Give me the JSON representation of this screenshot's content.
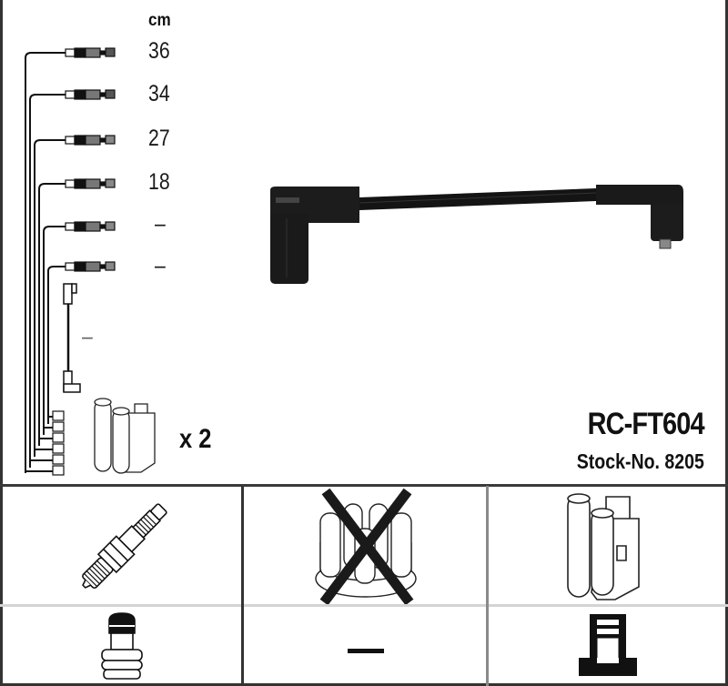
{
  "diagram": {
    "title": "RC-FT604",
    "stock_label": "Stock-No. 8205",
    "unit": "cm",
    "leads": [
      {
        "label": "36"
      },
      {
        "label": "34"
      },
      {
        "label": "27"
      },
      {
        "label": "18"
      },
      {
        "label": "–"
      },
      {
        "label": "–"
      }
    ],
    "coil_lead_label": "–",
    "coil_quantity": "x 2",
    "components": [
      {
        "name": "spark-plug",
        "status": "compatible"
      },
      {
        "name": "distributor-cap",
        "status": "not-applicable"
      },
      {
        "name": "ignition-coil",
        "status": "compatible"
      },
      {
        "name": "spark-plug-connector",
        "status": "compatible"
      },
      {
        "name": "none",
        "label": "—"
      },
      {
        "name": "coil-connector",
        "status": "compatible"
      }
    ],
    "colors": {
      "line": "#111111",
      "grid_dark": "#333333",
      "grid_light": "#d4d4d4"
    }
  }
}
